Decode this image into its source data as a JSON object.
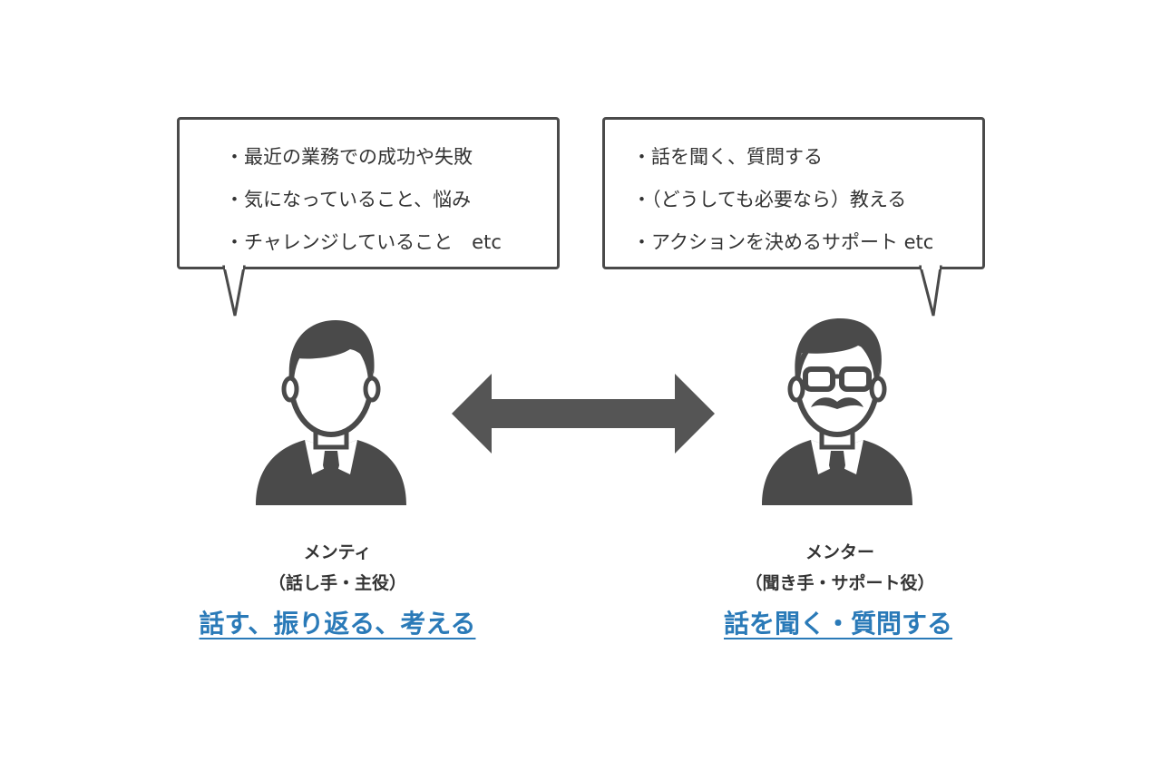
{
  "mentee": {
    "bubble_lines": [
      "・最近の業務での成功や失敗",
      "・気になっていること、悩み",
      "・チャレンジしていること　etc"
    ],
    "role_name": "メンティ",
    "role_desc": "（話し手・主役）",
    "action": "話す、振り返る、考える"
  },
  "mentor": {
    "bubble_lines": [
      "・話を聞く、質問する",
      "・（どうしても必要なら）教える",
      "・アクションを決めるサポート etc"
    ],
    "role_name": "メンター",
    "role_desc": "（聞き手・サポート役）",
    "action": "話を聞く・質問する"
  },
  "colors": {
    "figure": "#4a4a4a",
    "link": "#2a7ab8"
  }
}
